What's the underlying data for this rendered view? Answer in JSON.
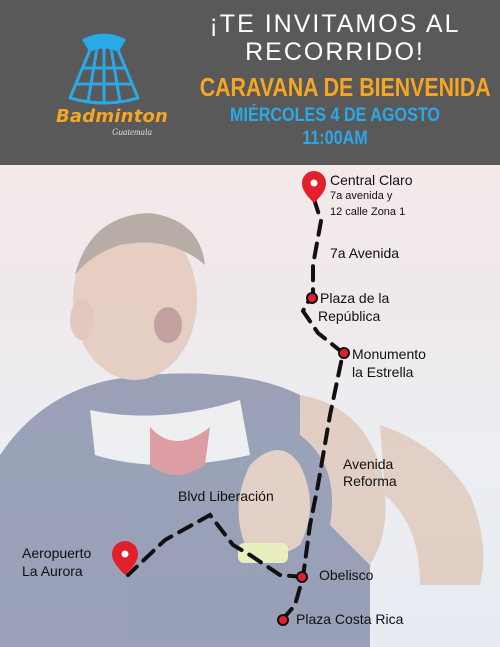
{
  "header": {
    "logo_text": "Badminton",
    "logo_subtext": "Guatemala",
    "invite_line1": "¡TE INVITAMOS AL",
    "invite_line2": "RECORRIDO!",
    "title": "CARAVANA DE BIENVENIDA",
    "date": "MIÉRCOLES 4 DE AGOSTO",
    "time": "11:00AM"
  },
  "colors": {
    "header_bg": "#595959",
    "accent_orange": "#f6a623",
    "accent_blue": "#2ba8e8",
    "route_line": "#111111",
    "marker_red": "#e2202b"
  },
  "route": {
    "start": {
      "name": "Central Claro",
      "detail_line1": "7a avenida y",
      "detail_line2": "12 calle Zona 1"
    },
    "street1": "7a Avenida",
    "stop1": {
      "line1": "Plaza de la",
      "line2": "República"
    },
    "stop2": {
      "line1": "Monumento",
      "line2": "la Estrella"
    },
    "street2": {
      "line1": "Avenida",
      "line2": "Reforma"
    },
    "street3": "Blvd Liberación",
    "stop3": "Obelisco",
    "stop4": "Plaza Costa Rica",
    "end": {
      "line1": "Aeropuerto",
      "line2": "La Aurora"
    }
  }
}
